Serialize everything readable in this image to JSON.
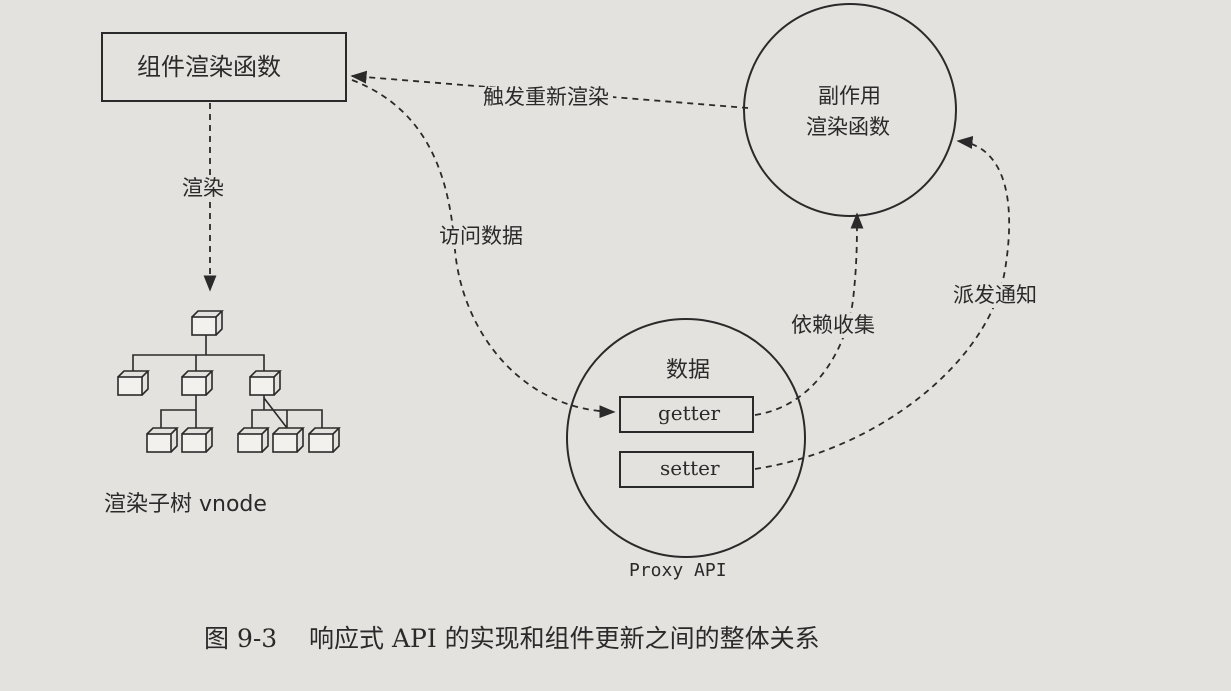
{
  "nodes": {
    "render_fn_box": "组件渲染函数",
    "effect_circle_line1": "副作用",
    "effect_circle_line2": "渲染函数",
    "data_title": "数据",
    "getter": "getter",
    "setter": "setter",
    "proxy_label": "Proxy API",
    "vnode_label": "渲染子树 vnode"
  },
  "edges": {
    "trigger_rerender": "触发重新渲染",
    "render": "渲染",
    "access_data": "访问数据",
    "dep_collect": "依赖收集",
    "dispatch_notify": "派发通知"
  },
  "caption": "图 9-3    响应式 API 的实现和组件更新之间的整体关系",
  "colors": {
    "background": "#e4e2de",
    "ink": "#2a2a2a"
  }
}
